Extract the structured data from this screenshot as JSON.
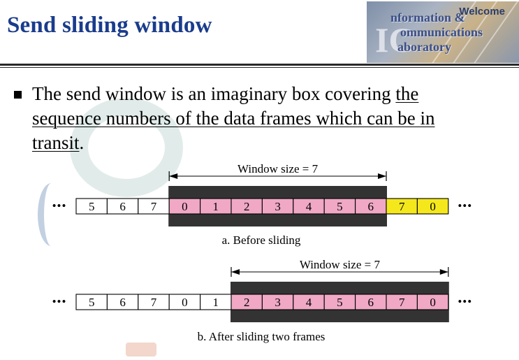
{
  "slide": {
    "title": "Send sliding window",
    "logo": {
      "welcome": "Welcome",
      "line1": "nformation &",
      "line2": "ommunications",
      "line3": "aboratory"
    },
    "bullet": {
      "text_before": "The send window is an imaginary box covering ",
      "text_underlined": "the sequence numbers of the data frames which can be in transit",
      "text_after": "."
    }
  },
  "diagram": {
    "ellipsis": "•••",
    "rows": [
      {
        "name": "before",
        "cells": [
          {
            "label": "5",
            "state": "white"
          },
          {
            "label": "6",
            "state": "white"
          },
          {
            "label": "7",
            "state": "white"
          },
          {
            "label": "0",
            "state": "window"
          },
          {
            "label": "1",
            "state": "window"
          },
          {
            "label": "2",
            "state": "window"
          },
          {
            "label": "3",
            "state": "window"
          },
          {
            "label": "4",
            "state": "window"
          },
          {
            "label": "5",
            "state": "window"
          },
          {
            "label": "6",
            "state": "window"
          },
          {
            "label": "7",
            "state": "yellow"
          },
          {
            "label": "0",
            "state": "yellow"
          }
        ],
        "window_start": 3,
        "window_size": 7,
        "window_label": "Window size = 7",
        "caption": "a. Before sliding"
      },
      {
        "name": "after",
        "cells": [
          {
            "label": "5",
            "state": "white"
          },
          {
            "label": "6",
            "state": "white"
          },
          {
            "label": "7",
            "state": "white"
          },
          {
            "label": "0",
            "state": "white"
          },
          {
            "label": "1",
            "state": "white"
          },
          {
            "label": "2",
            "state": "window"
          },
          {
            "label": "3",
            "state": "window"
          },
          {
            "label": "4",
            "state": "window"
          },
          {
            "label": "5",
            "state": "window"
          },
          {
            "label": "6",
            "state": "window"
          },
          {
            "label": "7",
            "state": "window"
          },
          {
            "label": "0",
            "state": "window"
          }
        ],
        "window_start": 5,
        "window_size": 7,
        "window_label": "Window size = 7",
        "caption": "b. After sliding two frames"
      }
    ],
    "colors": {
      "window_frame": "#333333",
      "window_cell": "#f0a8c4",
      "yellow_cell": "#f4e81c",
      "white_cell": "#ffffff"
    }
  }
}
